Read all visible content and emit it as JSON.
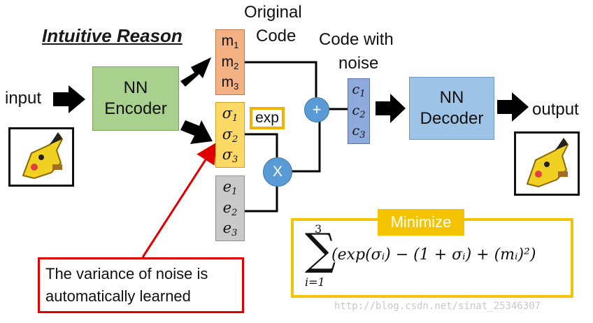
{
  "title": "Intuitive Reason",
  "labels": {
    "input": "input",
    "output": "output",
    "original_code_line1": "Original",
    "original_code_line2": "Code",
    "code_with_noise_line1": "Code with",
    "code_with_noise_line2": "noise"
  },
  "encoder": {
    "line1": "NN",
    "line2": "Encoder"
  },
  "decoder": {
    "line1": "NN",
    "line2": "Decoder"
  },
  "m_vector": [
    {
      "base": "m",
      "sub": "1"
    },
    {
      "base": "m",
      "sub": "2"
    },
    {
      "base": "m",
      "sub": "3"
    }
  ],
  "sigma_vector": [
    {
      "base": "σ",
      "sub": "1"
    },
    {
      "base": "σ",
      "sub": "2"
    },
    {
      "base": "σ",
      "sub": "3"
    }
  ],
  "e_vector": [
    {
      "base": "e",
      "sub": "1"
    },
    {
      "base": "e",
      "sub": "2"
    },
    {
      "base": "e",
      "sub": "3"
    }
  ],
  "c_vector": [
    {
      "base": "c",
      "sub": "1"
    },
    {
      "base": "c",
      "sub": "2"
    },
    {
      "base": "c",
      "sub": "3"
    }
  ],
  "exp_label": "exp",
  "plus_symbol": "+",
  "times_symbol": "X",
  "note": {
    "line1": "The variance of noise is",
    "line2": "automatically learned"
  },
  "minimize": {
    "label": "Minimize",
    "sum_upper": "3",
    "sum_lower": "i=1",
    "expression": "(exp(σᵢ) − (1 + σᵢ) + (mᵢ)²)"
  },
  "watermark": "http://blog.csdn.net/sinat_25346307",
  "colors": {
    "encoder": "#a9d18e",
    "decoder": "#9dc3e6",
    "m_box": "#f4b183",
    "sigma_box": "#ffd966",
    "e_box": "#c9c9c9",
    "c_box": "#8faadc",
    "op_circle": "#5b9bd5",
    "highlight": "#f5c400",
    "note_border": "#e00000"
  },
  "icons": [
    "pikachu-input-icon",
    "pikachu-output-icon"
  ]
}
